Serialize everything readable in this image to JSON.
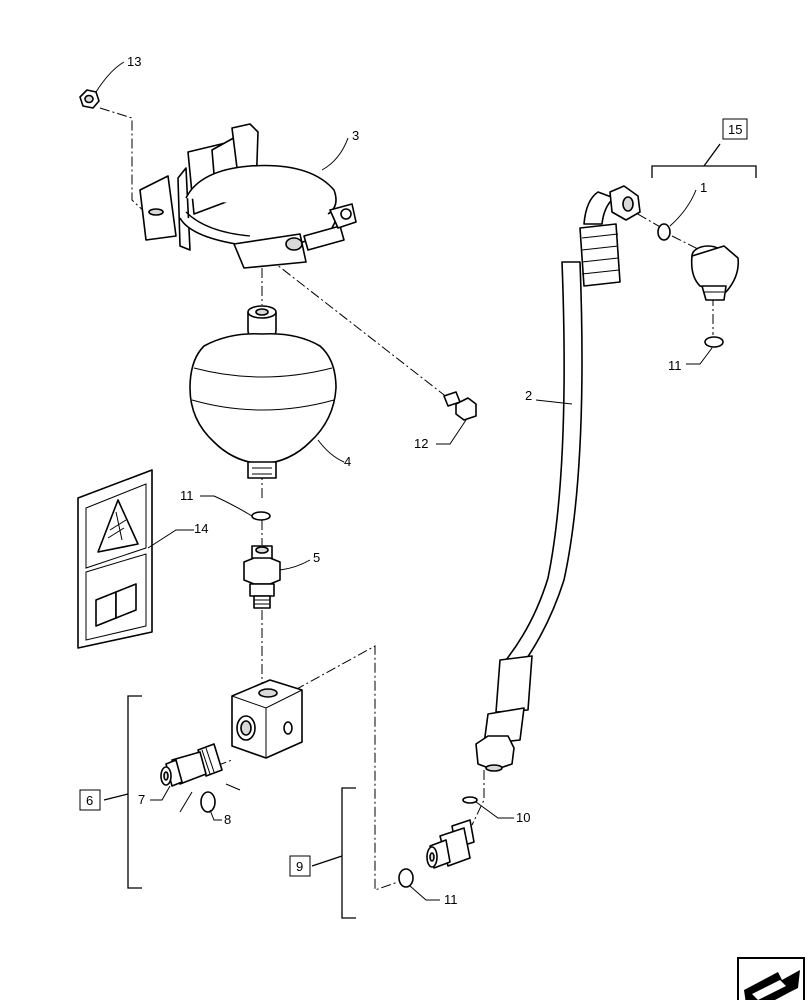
{
  "callouts": {
    "c1": "1",
    "c2": "2",
    "c3": "3",
    "c4": "4",
    "c5": "5",
    "c6": "6",
    "c7": "7",
    "c8": "8",
    "c9": "9",
    "c10": "10",
    "c11a": "11",
    "c11b": "11",
    "c11c": "11",
    "c12": "12",
    "c13": "13",
    "c14": "14",
    "c15": "15"
  },
  "icons": {
    "warning_decal": "pressure-warning-decal-icon",
    "manual": "operator-manual-icon",
    "nav": "next-page-arrow-icon"
  }
}
